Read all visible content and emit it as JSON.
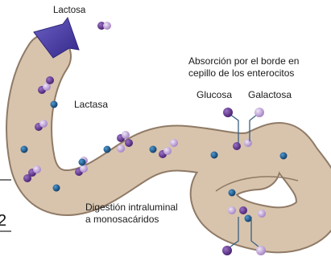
{
  "labels": {
    "lactosa": "Lactosa",
    "lactasa": "Lactasa",
    "absorcion_1": "Absorción por el borde en",
    "absorcion_2": "cepillo de los enterocitos",
    "glucosa": "Glucosa",
    "galactosa": "Galactosa",
    "digestion_1": "Digestión intraluminal",
    "digestion_2": "a monosacáridos"
  },
  "page_number": "2",
  "colors": {
    "intestine_fill": "#d8c4ad",
    "intestine_edge": "#8f7a66",
    "glucose_dark": "#5a2f86",
    "galactose_light": "#b89ad0",
    "lactase": "#1f5c8e",
    "arrow": "#4a3f9e"
  }
}
